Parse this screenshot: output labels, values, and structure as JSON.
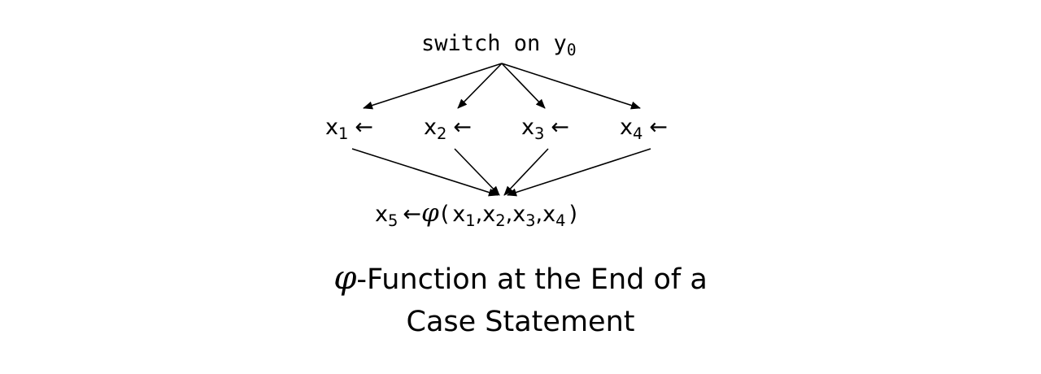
{
  "diagram": {
    "switch": {
      "text": "switch on y",
      "var_sub": "0"
    },
    "branches": [
      {
        "var": "x",
        "sub": "1",
        "arrow": "←"
      },
      {
        "var": "x",
        "sub": "2",
        "arrow": "←"
      },
      {
        "var": "x",
        "sub": "3",
        "arrow": "←"
      },
      {
        "var": "x",
        "sub": "4",
        "arrow": "←"
      }
    ],
    "merge": {
      "lhs_var": "x",
      "lhs_sub": "5",
      "arrow": "←",
      "phi": "φ",
      "open": "(",
      "args": [
        {
          "var": "x",
          "sub": "1"
        },
        {
          "var": "x",
          "sub": "2"
        },
        {
          "var": "x",
          "sub": "3"
        },
        {
          "var": "x",
          "sub": "4"
        }
      ],
      "sep": ",",
      "close": ")"
    }
  },
  "caption": {
    "phi": "φ",
    "line1_rest": "-Function at the End of a",
    "line2": "Case Statement"
  }
}
